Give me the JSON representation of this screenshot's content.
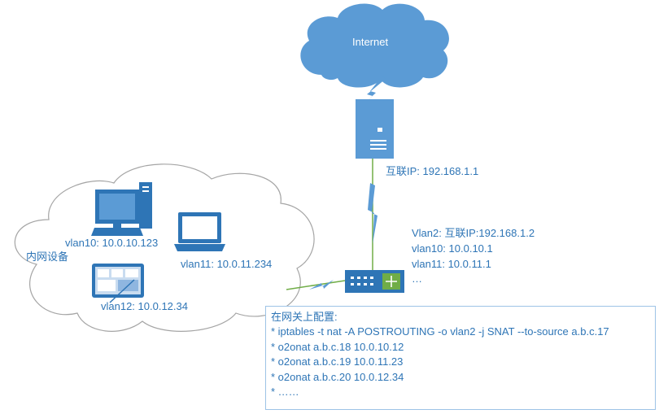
{
  "cloud_internet": {
    "label": "Internet"
  },
  "server": {
    "interconnect_ip": "互联IP: 192.168.1.1"
  },
  "switch": {
    "lines": [
      "Vlan2: 互联IP:192.168.1.2",
      "vlan10: 10.0.10.1",
      "vlan11: 10.0.11.1",
      "…"
    ]
  },
  "lan": {
    "label": "内网设备",
    "desktop_label": "vlan10: 10.0.10.123",
    "laptop_label": "vlan11: 10.0.11.234",
    "tablet_label": "vlan12: 10.0.12.34"
  },
  "config": {
    "title": "在网关上配置:",
    "lines": [
      "* iptables -t nat -A POSTROUTING -o vlan2 -j SNAT --to-source a.b.c.17",
      "* o2onat a.b.c.18 10.0.10.12",
      "* o2onat a.b.c.19 10.0.11.23",
      "* o2onat a.b.c.20 10.0.12.34",
      "* ……"
    ]
  },
  "colors": {
    "device_blue": "#5b9bd5",
    "device_dark": "#2e75b6",
    "link_green": "#70ad47",
    "cloud_outline": "#a5a5a5"
  },
  "icons": [
    "cloud-icon",
    "server-icon",
    "switch-icon",
    "desktop-icon",
    "laptop-icon",
    "tablet-icon",
    "lightning-link-icon"
  ]
}
